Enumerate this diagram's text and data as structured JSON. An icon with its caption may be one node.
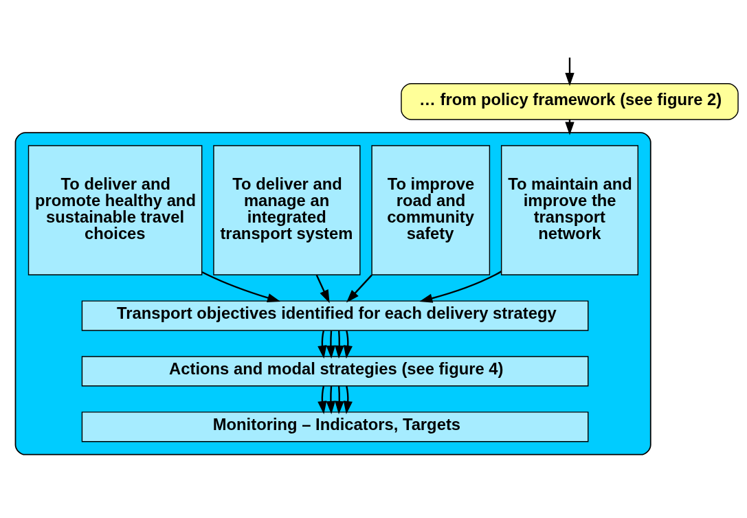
{
  "diagram": {
    "nodes": [
      {
        "text": [
          "… from policy framework (see figure 2)"
        ]
      },
      {
        "text": [],
        "shape": "box"
      },
      {
        "text": [
          "To maintain and improve the transport network"
        ],
        "in": 1
      },
      {
        "text": [
          "To improve road and community safety"
        ],
        "in": 1
      },
      {
        "text": [
          "To deliver and manage an integrated transport system"
        ],
        "in": 1
      },
      {
        "text": [
          "To deliver and promote healthy and sustainable travel choices"
        ],
        "in": 1
      },
      {
        "text": [
          "Transport objectives identified for each delivery strategy"
        ],
        "in": 1
      },
      {
        "text": [
          "Actions and modal strategies (see figure 4)"
        ],
        "in": 1
      },
      {
        "text": [
          "Monitoring – Indicators, Targets"
        ],
        "in": 1
      }
    ],
    "edges": [
      {
        "from": null,
        "to": 0,
        "arrow": "to"
      },
      {
        "from": 0,
        "to": 1,
        "arrow": "to"
      },
      {
        "from": 2,
        "to": 6,
        "arrow": "to"
      },
      {
        "from": 3,
        "to": 6,
        "arrow": "to"
      },
      {
        "from": 4,
        "to": 6,
        "arrow": "to"
      },
      {
        "from": 5,
        "to": 6,
        "arrow": "to"
      },
      {
        "from": 6,
        "to": 7,
        "arrow": "to"
      },
      {
        "from": 6,
        "to": 7,
        "arrow": "to"
      },
      {
        "from": 6,
        "to": 7,
        "arrow": "to"
      },
      {
        "from": 6,
        "to": 7,
        "arrow": "to"
      },
      {
        "from": 7,
        "to": 8,
        "arrow": "to"
      },
      {
        "from": 7,
        "to": 8,
        "arrow": "to"
      },
      {
        "from": 7,
        "to": 8,
        "arrow": "to"
      },
      {
        "from": 7,
        "to": 8,
        "arrow": "to"
      }
    ]
  }
}
